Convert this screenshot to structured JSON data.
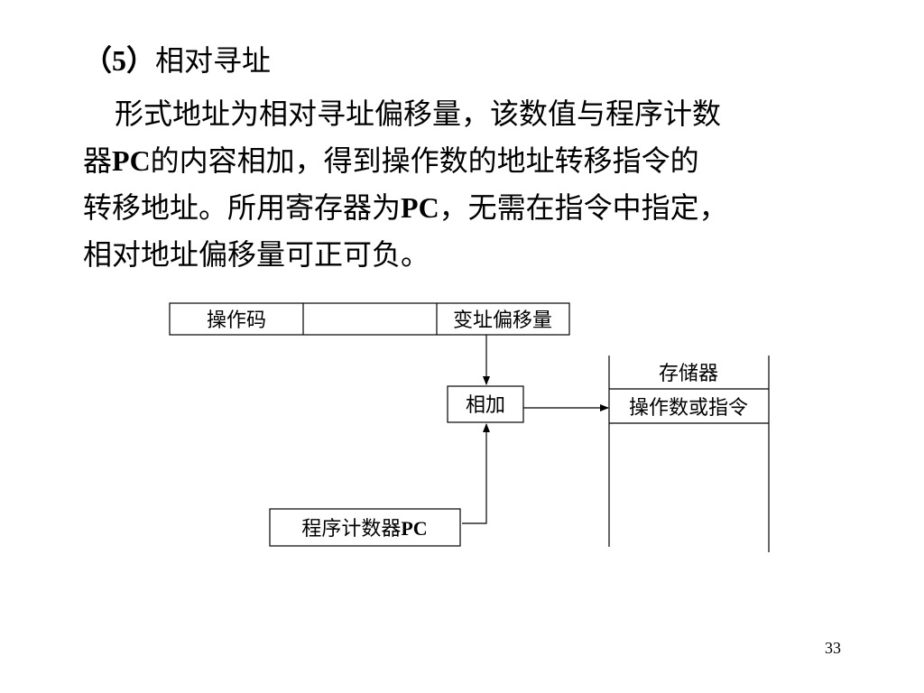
{
  "heading": {
    "number": "（5）",
    "title": "相对寻址"
  },
  "paragraph": {
    "line1": "形式地址为相对寻址偏移量，该数值与程序计数",
    "line2_prefix": "器",
    "line2_bold": "PC",
    "line2_suffix": "的内容相加，得到操作数的地址转移指令的",
    "line3_prefix": "转移地址。所用寄存器为",
    "line3_bold": "PC",
    "line3_suffix": "，无需在指令中指定，",
    "line4": "相对地址偏移量可正可负。"
  },
  "diagram": {
    "instruction": {
      "opcode": "操作码",
      "middle": "",
      "offset": "变址偏移量"
    },
    "adder": "相加",
    "pc_prefix": "程序计数器",
    "pc_bold": "PC",
    "memory": {
      "title": "存储器",
      "cell": "操作数或指令"
    }
  },
  "page_number": "33"
}
